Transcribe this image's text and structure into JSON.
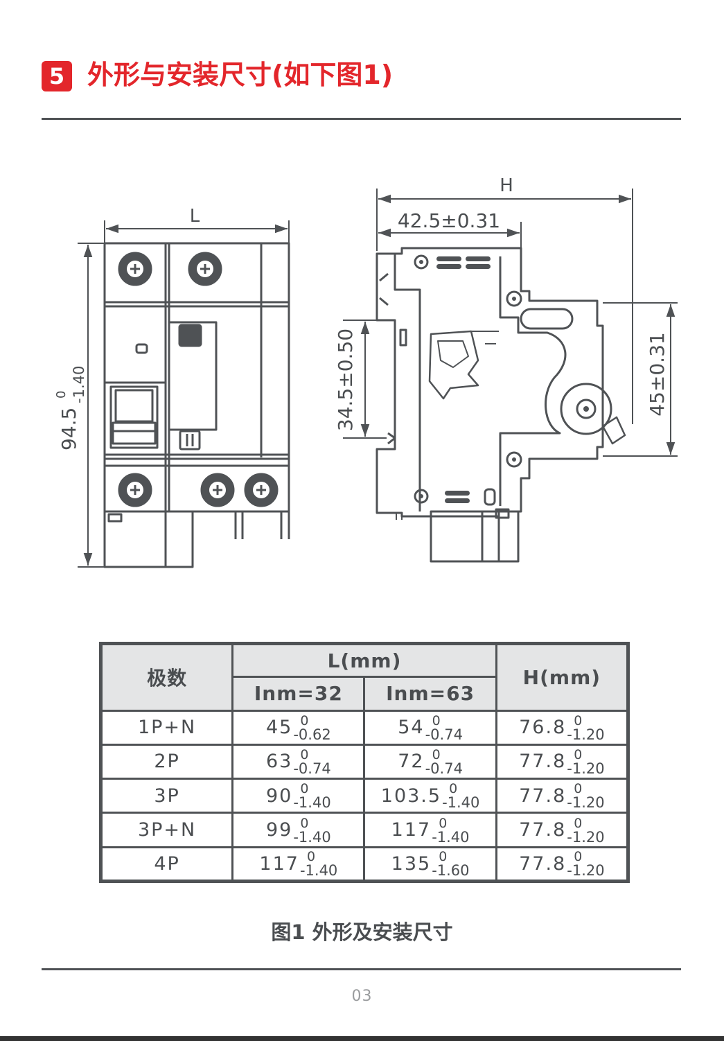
{
  "section": {
    "number": "5",
    "title": "外形与安装尺寸(如下图1)"
  },
  "drawing": {
    "front": {
      "width_label": "L",
      "height_label": "94.5",
      "height_tol_upper": "0",
      "height_tol_lower": "-1.40"
    },
    "side": {
      "overall_label": "H",
      "depth_label": "42.5±0.31",
      "rail_label": "34.5±0.50",
      "height_label": "45±0.31"
    }
  },
  "table": {
    "header": {
      "poles": "极数",
      "l_group": "L(mm)",
      "inm32": "Inm=32",
      "inm63": "Inm=63",
      "h": "H(mm)"
    },
    "rows": [
      {
        "poles": "1P+N",
        "l32": "45",
        "l32_up": "0",
        "l32_low": "-0.62",
        "l63": "54",
        "l63_up": "0",
        "l63_low": "-0.74",
        "h": "76.8",
        "h_up": "0",
        "h_low": "-1.20"
      },
      {
        "poles": "2P",
        "l32": "63",
        "l32_up": "0",
        "l32_low": "-0.74",
        "l63": "72",
        "l63_up": "0",
        "l63_low": "-0.74",
        "h": "77.8",
        "h_up": "0",
        "h_low": "-1.20"
      },
      {
        "poles": "3P",
        "l32": "90",
        "l32_up": "0",
        "l32_low": "-1.40",
        "l63": "103.5",
        "l63_up": "0",
        "l63_low": "-1.40",
        "h": "77.8",
        "h_up": "0",
        "h_low": "-1.20"
      },
      {
        "poles": "3P+N",
        "l32": "99",
        "l32_up": "0",
        "l32_low": "-1.40",
        "l63": "117",
        "l63_up": "0",
        "l63_low": "-1.40",
        "h": "77.8",
        "h_up": "0",
        "h_low": "-1.20"
      },
      {
        "poles": "4P",
        "l32": "117",
        "l32_up": "0",
        "l32_low": "-1.40",
        "l63": "135",
        "l63_up": "0",
        "l63_low": "-1.60",
        "h": "77.8",
        "h_up": "0",
        "h_low": "-1.20"
      }
    ]
  },
  "caption": "图1 外形及安装尺寸",
  "page_number": "03",
  "colors": {
    "accent": "#e3262b",
    "line": "#4f5255",
    "header_bg": "#e4e5e6",
    "text": "#4a4d50"
  }
}
